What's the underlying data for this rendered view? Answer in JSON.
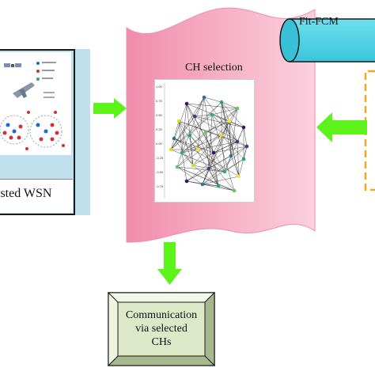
{
  "wsn_panel": {
    "label": "isted WSN"
  },
  "ch_selection": {
    "title": "CH selection",
    "y_ticks": [
      "1.00",
      "0.75",
      "0.50",
      "0.25",
      "0.00",
      "-0.25",
      "-0.50",
      "-0.75"
    ]
  },
  "fit_fcm": {
    "label": "Fit-FCM"
  },
  "communication": {
    "label_line1": "Communication",
    "label_line2": "via selected",
    "label_line3": "CHs"
  },
  "colors": {
    "panel_fill": "#bfe0ec",
    "container_fill": "#f4a8bf",
    "fitfcm_fill": "#4fd3e6",
    "arrow": "#5cf21a",
    "dashed": "#f0a81c",
    "comm_fill": "#dde8c8"
  }
}
